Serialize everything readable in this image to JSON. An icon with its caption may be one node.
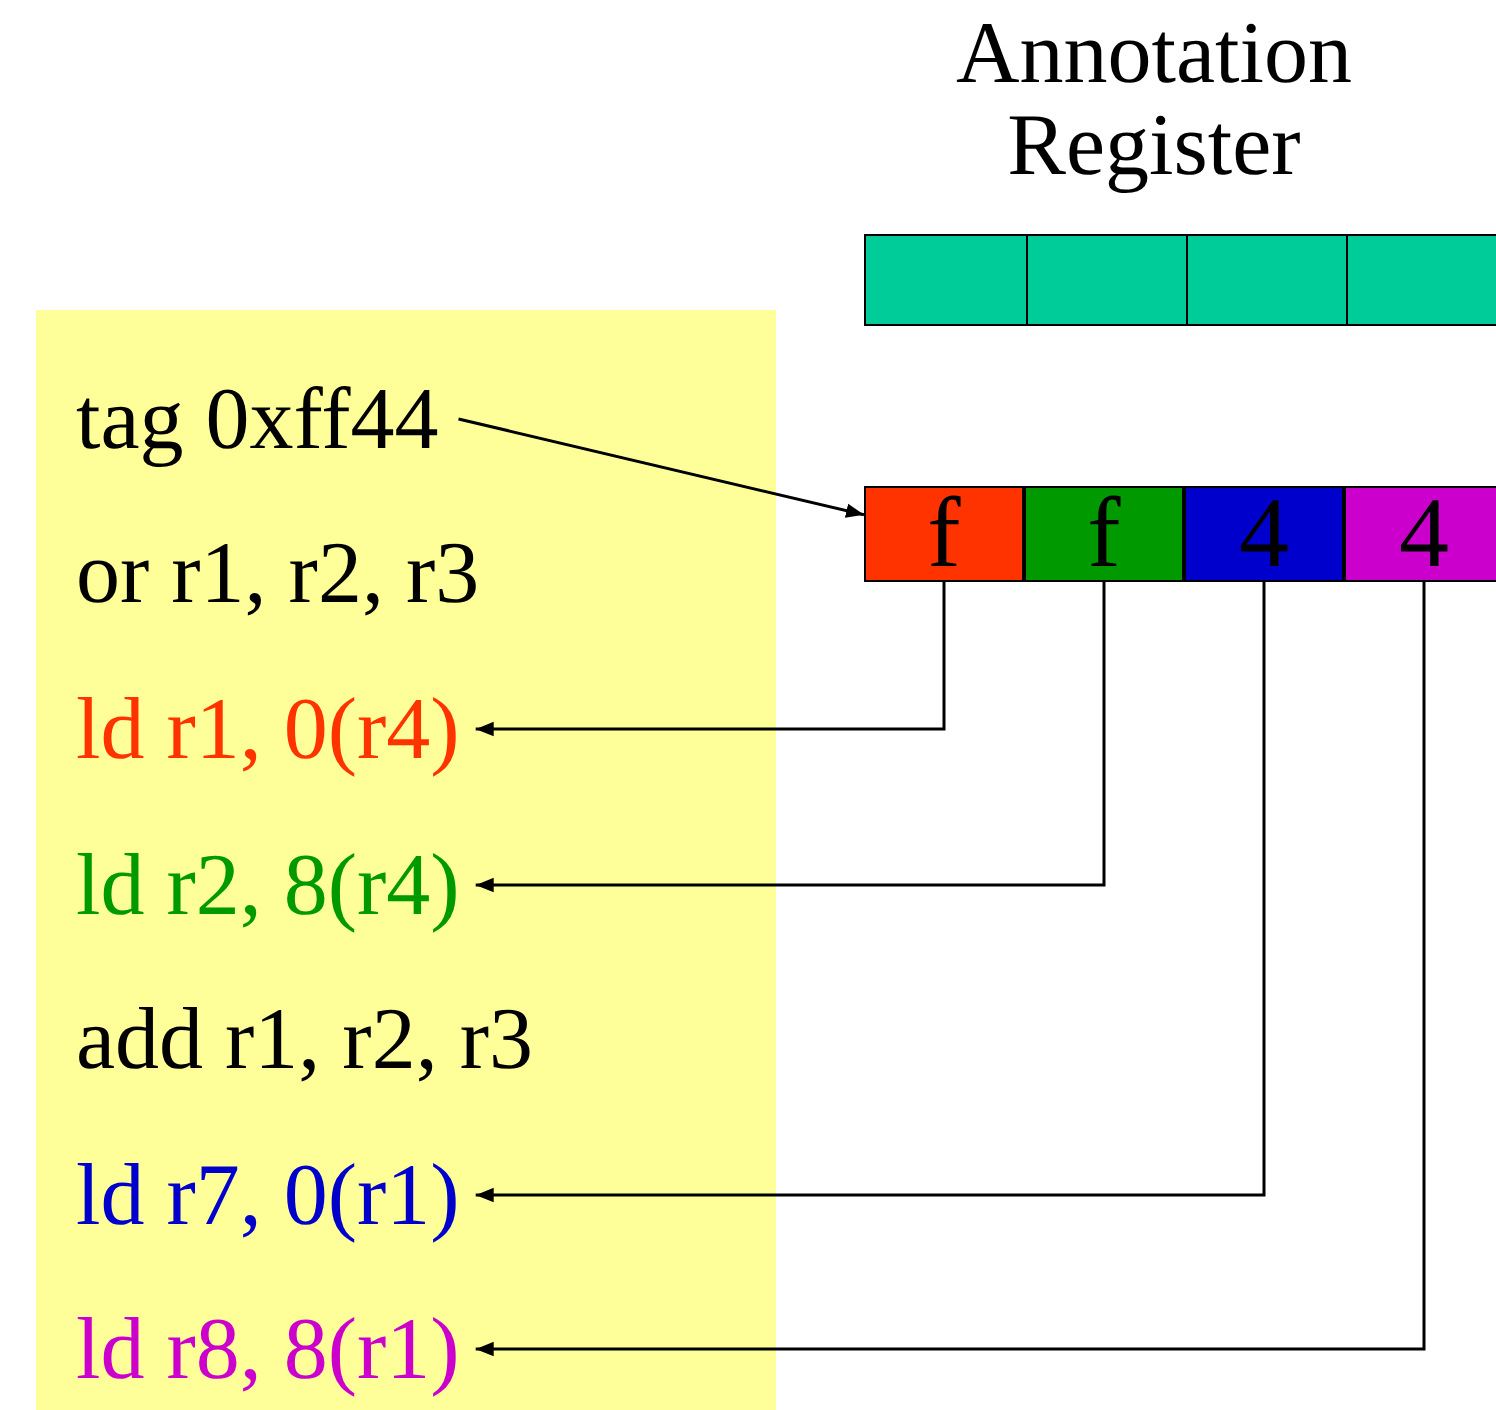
{
  "diagram": {
    "nodes": [
      {
        "text": [],
        "shape": "box"
      },
      {
        "text": [
          "tag 0xff44"
        ],
        "in": 0
      },
      {
        "text": [
          "or r1, r2, r3"
        ],
        "in": 0
      },
      {
        "text": [
          "ld r1, 0(r4)"
        ],
        "in": 0
      },
      {
        "text": [
          "ld r2, 8(r4)"
        ],
        "in": 0
      },
      {
        "text": [
          "add r1, r2, r3"
        ],
        "in": 0
      },
      {
        "text": [
          "ld r7, 0(r1)"
        ],
        "in": 0
      },
      {
        "text": [
          "ld r8, 8(r1)"
        ],
        "in": 0
      },
      {
        "text": [
          "Annotation Register"
        ]
      },
      {
        "text": [
          "f"
        ]
      },
      {
        "text": [
          "f"
        ]
      },
      {
        "text": [
          "4"
        ]
      },
      {
        "text": [
          "4"
        ]
      }
    ],
    "edges": [
      {
        "from": 1,
        "to": 9,
        "arrow": "to"
      },
      {
        "from": 9,
        "to": 3,
        "arrow": "to"
      },
      {
        "from": 10,
        "to": 4,
        "arrow": "to"
      },
      {
        "from": 11,
        "to": 6,
        "arrow": "to"
      },
      {
        "from": 12,
        "to": 7,
        "arrow": "to"
      }
    ]
  }
}
